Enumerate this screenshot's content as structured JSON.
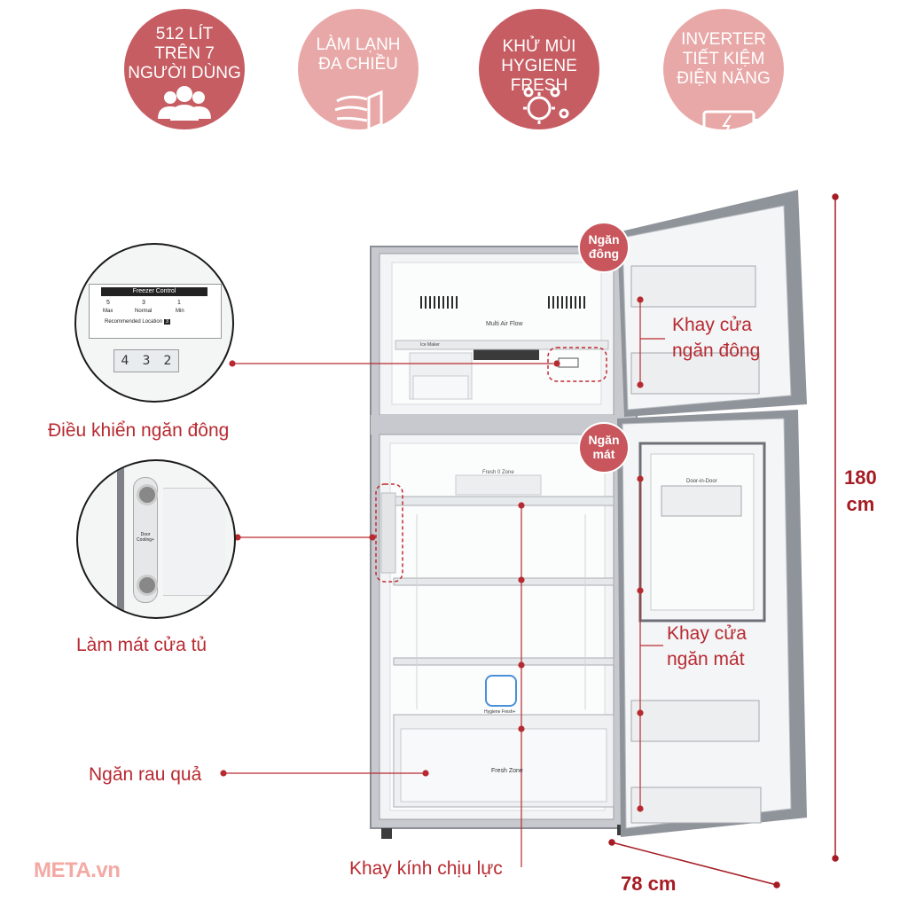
{
  "badges": [
    {
      "lines": [
        "512 LÍT",
        "TRÊN 7",
        "NGƯỜI DÙNG"
      ],
      "icon": "people-icon"
    },
    {
      "lines": [
        "LÀM LẠNH",
        "ĐA CHIỀU"
      ],
      "icon": "airflow-icon"
    },
    {
      "lines": [
        "KHỬ MÙI",
        "HYGIENE FRESH"
      ],
      "icon": "germ-icon"
    },
    {
      "lines": [
        "INVERTER",
        "TIẾT KIỆM",
        "ĐIỆN NĂNG"
      ],
      "icon": "battery-icon"
    }
  ],
  "labels": {
    "freezer_control": "Điều khiển ngăn đông",
    "door_cooling": "Làm mát cửa tủ",
    "crisper": "Ngăn rau quả",
    "glass_shelf": "Khay kính chịu lực",
    "freezer_door_tray": [
      "Khay cửa",
      "ngăn đông"
    ],
    "fridge_door_tray": [
      "Khay cửa",
      "ngăn mát"
    ]
  },
  "compartments": {
    "freezer": [
      "Ngăn",
      "đông"
    ],
    "fridge": [
      "Ngăn",
      "mát"
    ]
  },
  "dimensions": {
    "height": [
      "180",
      "cm"
    ],
    "width": "78 cm"
  },
  "fridge_text": {
    "multi_air_flow": "Multi Air Flow",
    "fresh_0_zone": "Fresh 0 Zone",
    "fresh_zone": "Fresh Zone",
    "hygiene_fresh": "Hygiene Fresh+",
    "door_in_door": "Door-in-Door",
    "ice_maker": "Ice Maker"
  },
  "freezer_control_panel": {
    "title": "Freezer Control",
    "levels": [
      {
        "num": "5",
        "label": "Max"
      },
      {
        "num": "3",
        "label": "Normal"
      },
      {
        "num": "1",
        "label": "Min"
      }
    ],
    "recommended": "Recommended Location",
    "recommended_value": "3",
    "dial": [
      "4",
      "3",
      "2"
    ]
  },
  "door_cooling_panel": {
    "text": "Door Cooling+"
  },
  "logo": "META.vn",
  "colors": {
    "accent": "#c65d63",
    "light_accent": "#e9a8a8",
    "label_red": "#b72a31",
    "steel": "#8c8f96"
  }
}
